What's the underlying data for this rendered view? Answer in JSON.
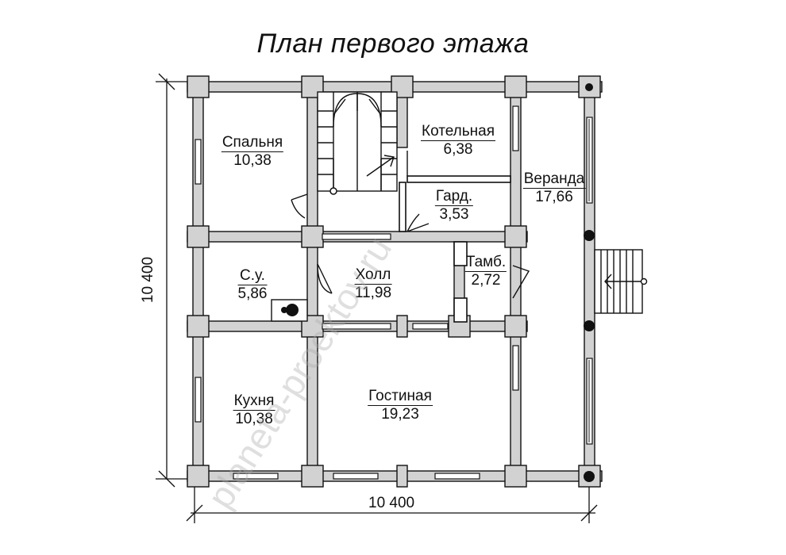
{
  "title": "План первого этажа",
  "dimensions": {
    "width": "10 400",
    "height": "10 400"
  },
  "rooms": [
    {
      "key": "bedroom",
      "name": "Спальня",
      "area": "10,38"
    },
    {
      "key": "boiler",
      "name": "Котельная",
      "area": "6,38"
    },
    {
      "key": "wardrobe",
      "name": "Гард.",
      "area": "3,53"
    },
    {
      "key": "veranda",
      "name": "Веранда",
      "area": "17,66"
    },
    {
      "key": "bathroom",
      "name": "С.у.",
      "area": "5,86"
    },
    {
      "key": "hall",
      "name": "Холл",
      "area": "11,98"
    },
    {
      "key": "vestibule",
      "name": "Тамб.",
      "area": "2,72"
    },
    {
      "key": "kitchen",
      "name": "Кухня",
      "area": "10,38"
    },
    {
      "key": "living",
      "name": "Гостиная",
      "area": "19,23"
    }
  ],
  "watermark": "planeta-proektov.ru",
  "colors": {
    "wall": "#d2d2d2",
    "stroke": "#111111"
  }
}
